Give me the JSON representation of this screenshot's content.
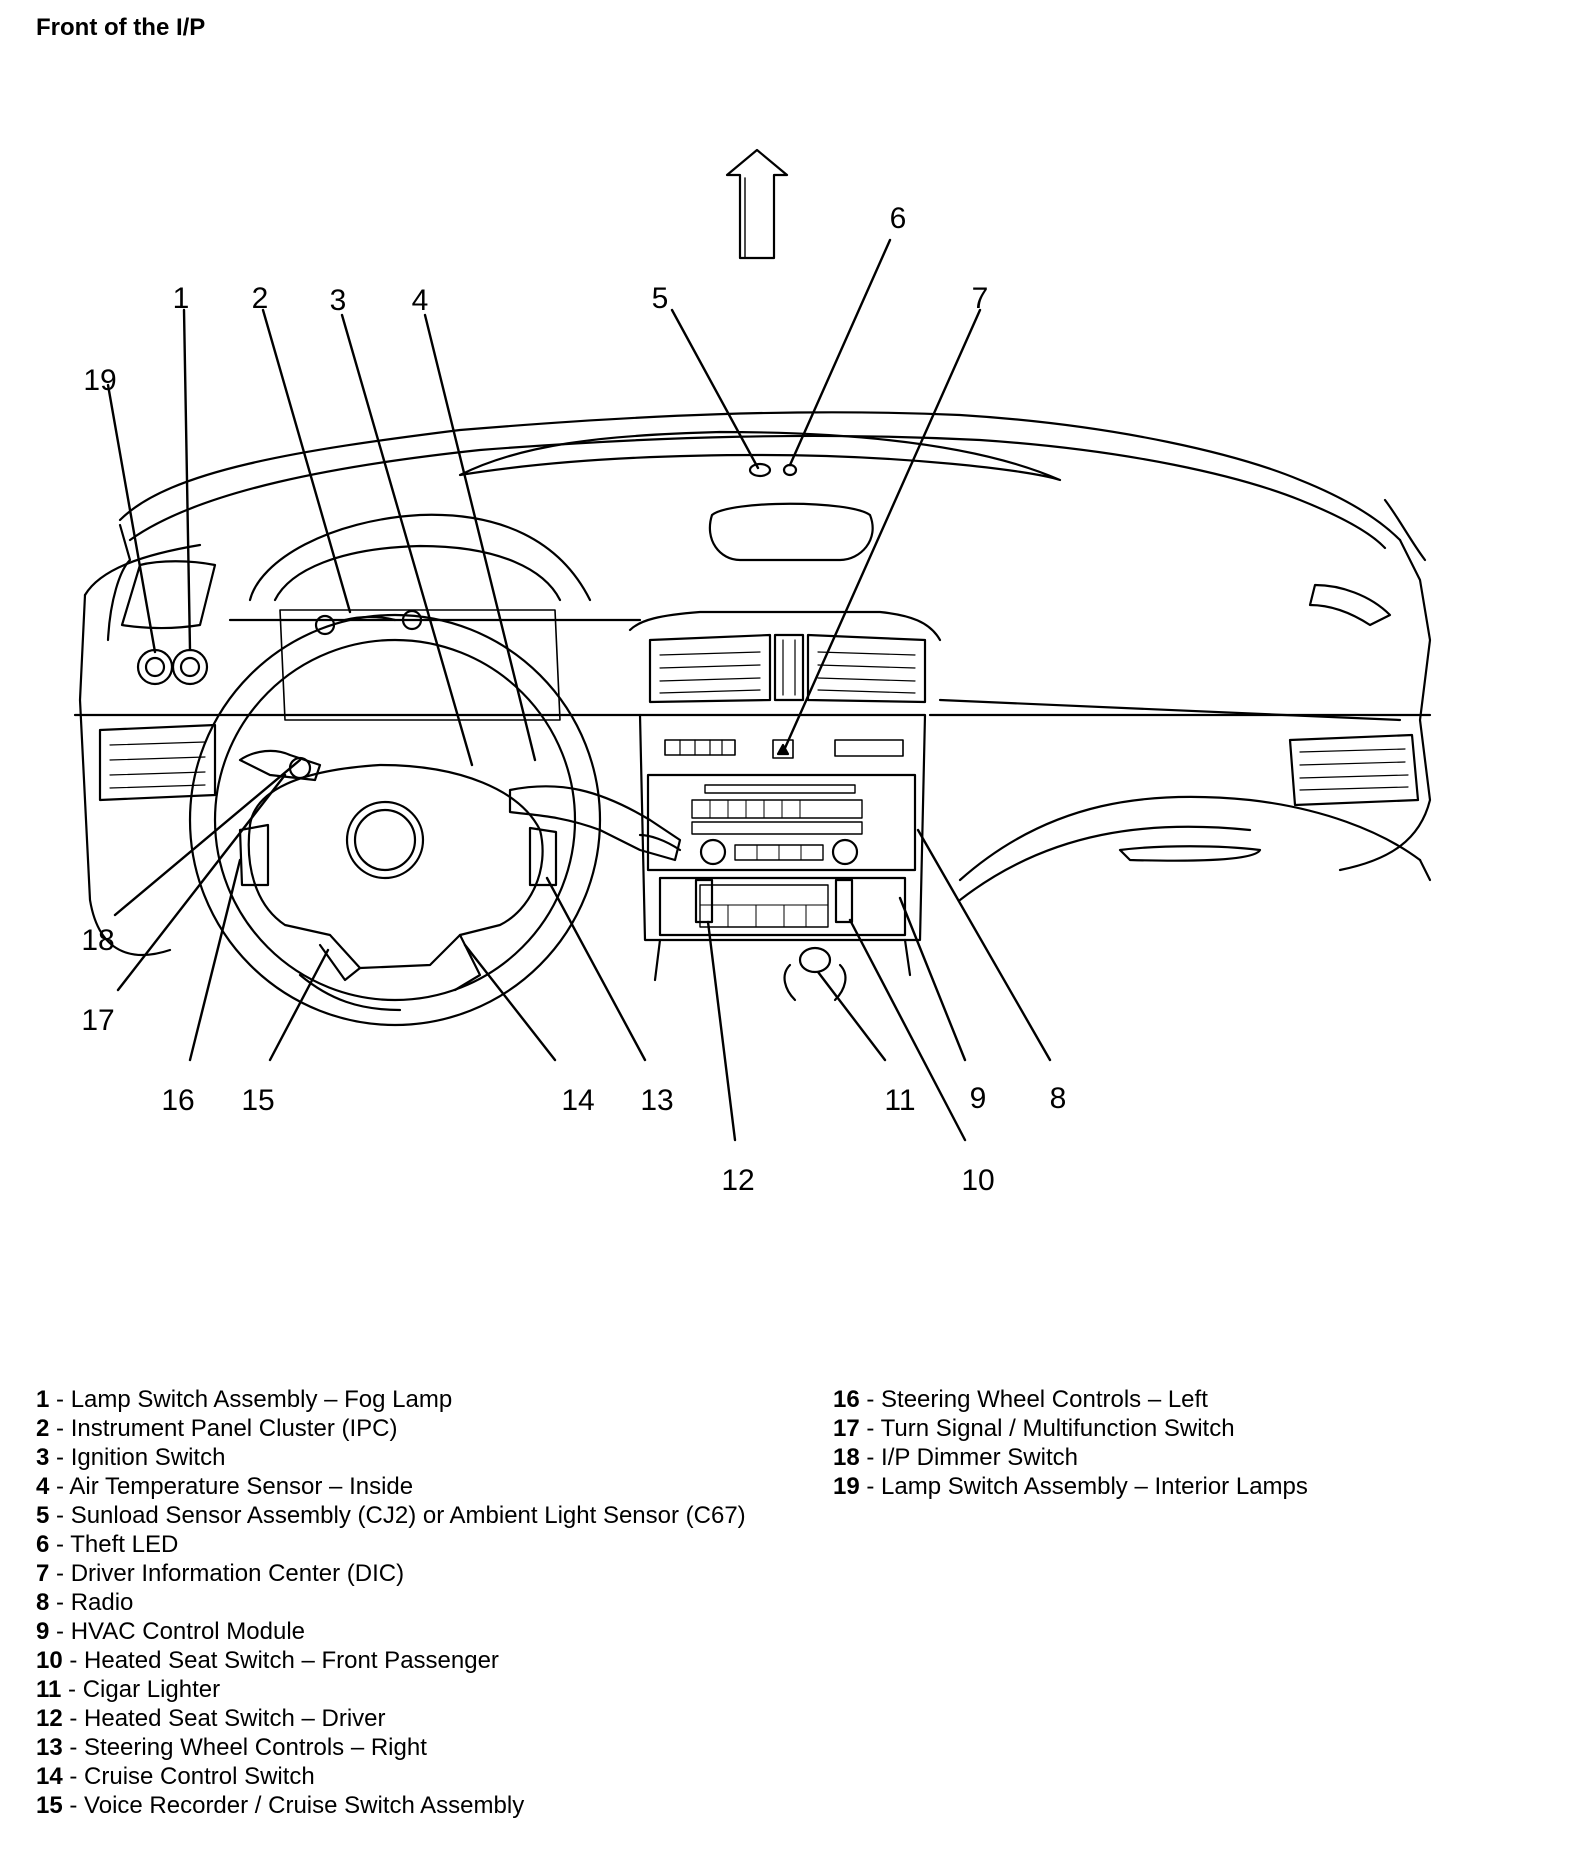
{
  "title": "Front of the I/P",
  "callouts": [
    "1",
    "2",
    "3",
    "4",
    "5",
    "6",
    "7",
    "8",
    "9",
    "10",
    "11",
    "12",
    "13",
    "14",
    "15",
    "16",
    "17",
    "18",
    "19"
  ],
  "legend": [
    {
      "num": "1",
      "label": "Lamp Switch Assembly – Fog Lamp"
    },
    {
      "num": "2",
      "label": "Instrument Panel Cluster (IPC)"
    },
    {
      "num": "3",
      "label": "Ignition Switch"
    },
    {
      "num": "4",
      "label": "Air Temperature Sensor – Inside"
    },
    {
      "num": "5",
      "label": "Sunload Sensor Assembly (CJ2) or Ambient Light Sensor (C67)"
    },
    {
      "num": "6",
      "label": "Theft LED"
    },
    {
      "num": "7",
      "label": "Driver Information Center (DIC)"
    },
    {
      "num": "8",
      "label": "Radio"
    },
    {
      "num": "9",
      "label": "HVAC Control Module"
    },
    {
      "num": "10",
      "label": "Heated Seat Switch – Front Passenger"
    },
    {
      "num": "11",
      "label": "Cigar Lighter"
    },
    {
      "num": "12",
      "label": "Heated Seat Switch – Driver"
    },
    {
      "num": "13",
      "label": "Steering Wheel Controls – Right"
    },
    {
      "num": "14",
      "label": "Cruise Control Switch"
    },
    {
      "num": "15",
      "label": "Voice Recorder / Cruise Switch Assembly"
    },
    {
      "num": "16",
      "label": "Steering Wheel Controls – Left"
    },
    {
      "num": "17",
      "label": "Turn Signal / Multifunction Switch"
    },
    {
      "num": "18",
      "label": "I/P Dimmer Switch"
    },
    {
      "num": "19",
      "label": "Lamp Switch Assembly – Interior Lamps"
    }
  ]
}
